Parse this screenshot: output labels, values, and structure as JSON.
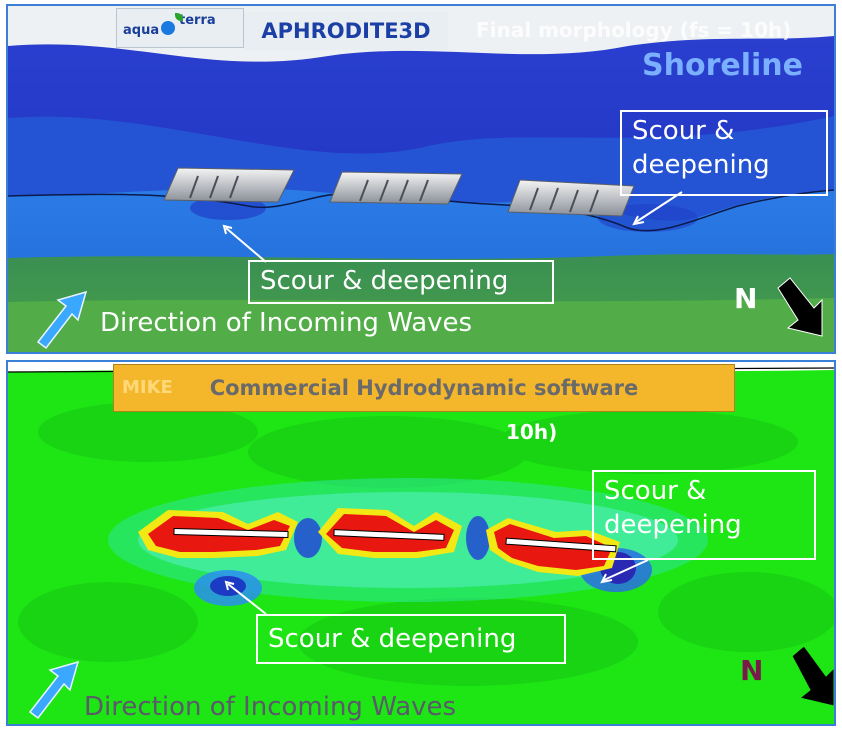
{
  "top_panel": {
    "logo_text_left": "aqua",
    "logo_text_right": "terra",
    "model_name": "APHRODITE3D",
    "caption": "Final morphology (fs = 10h)",
    "shoreline_label": "Shoreline",
    "callout_right": "Scour & deepening",
    "callout_center": "Scour & deepening",
    "direction_label": "Direction of Incoming Waves",
    "north_label": "N"
  },
  "bottom_panel": {
    "banner_prefix": "MIKE",
    "banner_text": "Commercial Hydrodynamic software",
    "caption": "10h)",
    "callout_right": "Scour & deepening",
    "callout_center": "Scour & deepening",
    "direction_label": "Direction of Incoming Waves",
    "north_label": "N"
  },
  "colors": {
    "deep_blue": "#1f35c8",
    "mid_blue": "#1f74e0",
    "green_land": "#3f8f4a",
    "contour_green": "#1ee614",
    "red_erosion": "#e81810",
    "yellow_ring": "#f2e814",
    "arrow_cyan": "#3aa8ff"
  }
}
